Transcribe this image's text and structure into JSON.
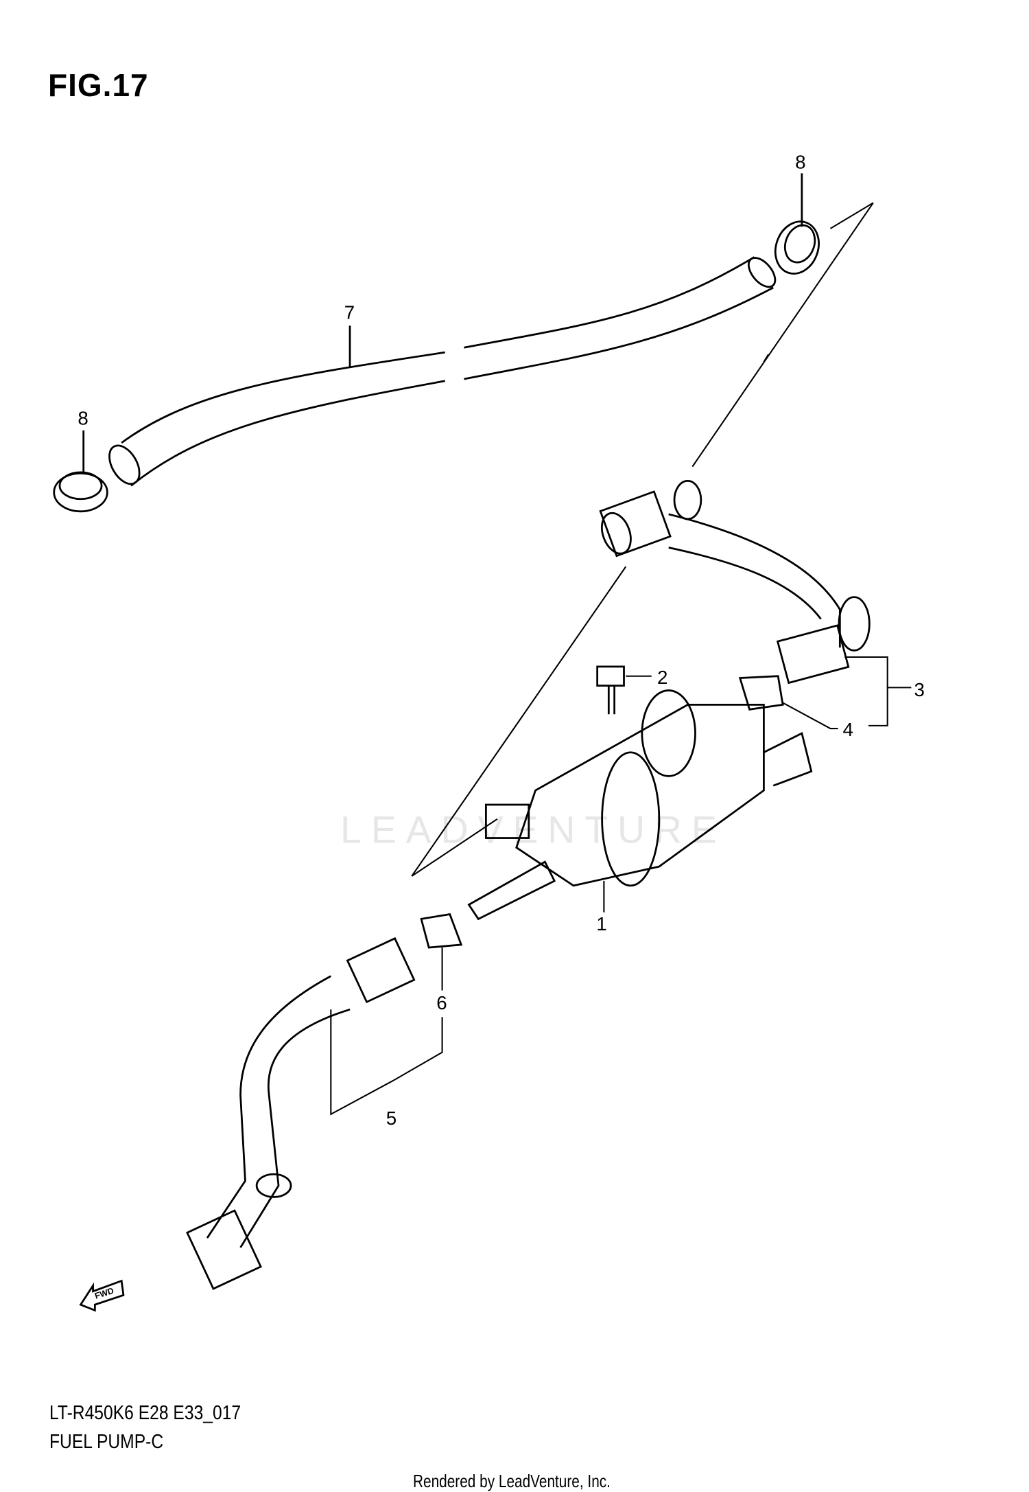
{
  "figure_title": "FIG.17",
  "model_code": "LT-R450K6 E28 E33_017",
  "section_name": "FUEL PUMP-C",
  "footer": "Rendered by LeadVenture, Inc.",
  "watermark": "LEADVENTURE",
  "fwd_label": "FWD",
  "callouts": [
    "1",
    "2",
    "3",
    "4",
    "5",
    "6",
    "7",
    "8",
    "8"
  ]
}
